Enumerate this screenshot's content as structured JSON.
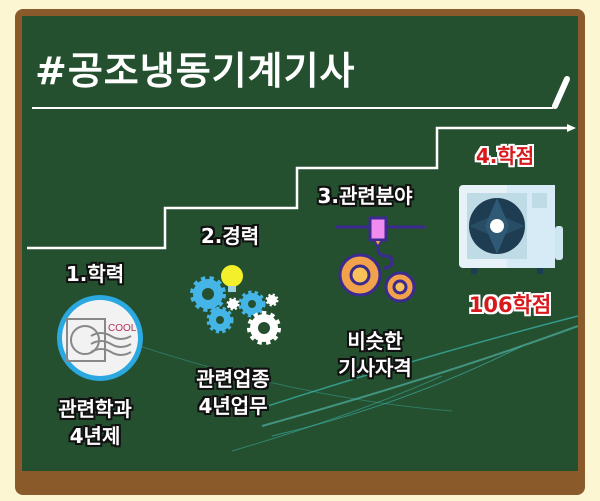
{
  "title": "#공조냉동기계기사",
  "colors": {
    "background": "#fdf6d3",
    "frame": "#8a5a2b",
    "board": "#24502f",
    "chalk": "#ffffff",
    "accent_red": "#d8191c"
  },
  "steps": [
    {
      "heading": "1.학력",
      "icon": "air-conditioner-cool-icon",
      "detail_line1": "관련학과",
      "detail_line2": "4년제"
    },
    {
      "heading": "2.경력",
      "icon": "gears-lightbulb-icon",
      "detail_line1": "관련업종",
      "detail_line2": "4년업무"
    },
    {
      "heading": "3.관련분야",
      "icon": "gears-machine-icon",
      "detail_line1": "비슷한",
      "detail_line2": "기사자격"
    },
    {
      "heading": "4.학점",
      "icon": "outdoor-ac-unit-icon",
      "detail_line1": "106학점"
    }
  ],
  "cool_label": "COOL"
}
